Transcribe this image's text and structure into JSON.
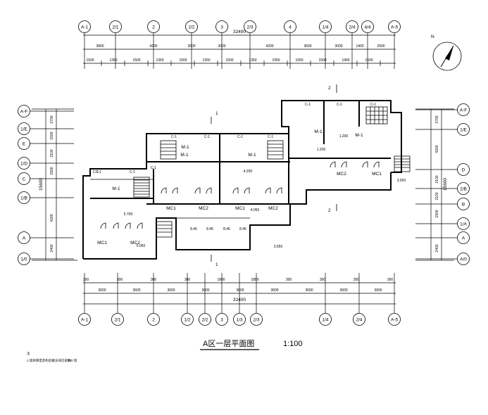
{
  "drawing": {
    "title": "A区一层平面图",
    "scale": "1:100",
    "north": "N",
    "note_head": "注",
    "note_line": "1.墙体厚度及构造做法详见说明",
    "note_tail": "240 墙"
  },
  "axes": {
    "top": [
      "A-1",
      "2/1",
      "2",
      "2/2",
      "3",
      "2/3",
      "4",
      "1/4",
      "2/4",
      "4/4",
      "A-5"
    ],
    "bottom": [
      "A-1",
      "2/1",
      "2",
      "1/2",
      "2/2",
      "3",
      "1/3",
      "2/3",
      "1/4",
      "2/4",
      "A-5"
    ],
    "left": [
      "A-F",
      "1/E",
      "E",
      "1/D",
      "C",
      "1/B",
      "A",
      "1/0"
    ],
    "right": [
      "A-F",
      "1/E",
      "D",
      "2/B",
      "B",
      "1/A",
      "A",
      "A/0"
    ]
  },
  "dims": {
    "top_total": "32400",
    "top_row1": [
      "3800",
      "4200",
      "3000",
      "3000",
      "4200",
      "3600",
      "3000",
      "1400",
      "2000"
    ],
    "top_row2": [
      "1500",
      "1350",
      "1500",
      "1350",
      "1500",
      "1350",
      "1500",
      "1350",
      "1050",
      "1050",
      "1500",
      "1400",
      "1500"
    ],
    "bottom_total": "32400",
    "bottom_row1": [
      "3600",
      "3600",
      "3600",
      "3600",
      "3600",
      "3600",
      "3600",
      "3600",
      "3600"
    ],
    "bottom_row2": [
      "300",
      "300",
      "300",
      "300",
      "1800",
      "1800",
      "300",
      "300",
      "300",
      "300"
    ],
    "left_total": "15600",
    "left_segs": [
      "2700",
      "1500",
      "2100",
      "1500",
      "4200",
      "2400"
    ],
    "right_total": "15600",
    "right_segs": [
      "2700",
      "4200",
      "2100",
      "2100",
      "1500",
      "2400"
    ]
  },
  "rooms": {
    "doors": [
      "MC1",
      "MC2",
      "MC1",
      "MC2",
      "MC1",
      "MC2",
      "MC2",
      "MC1",
      "M-1",
      "M-1",
      "M-1",
      "M-1",
      "M-1",
      "M-1"
    ],
    "windows": [
      "C-1",
      "C-1",
      "C-1",
      "C-1",
      "C-1",
      "C-1",
      "C-1",
      "C-1",
      "C-1",
      "C-1",
      "C-1"
    ],
    "elevations": [
      "5.700",
      "5.050",
      "4.200",
      "4.050",
      "3.650",
      "1.200",
      "3.650"
    ],
    "section_mark": "1",
    "section_mark_2": "2",
    "tags": [
      "8.46",
      "8.46",
      "8.46",
      "8.46",
      "1.200"
    ]
  }
}
